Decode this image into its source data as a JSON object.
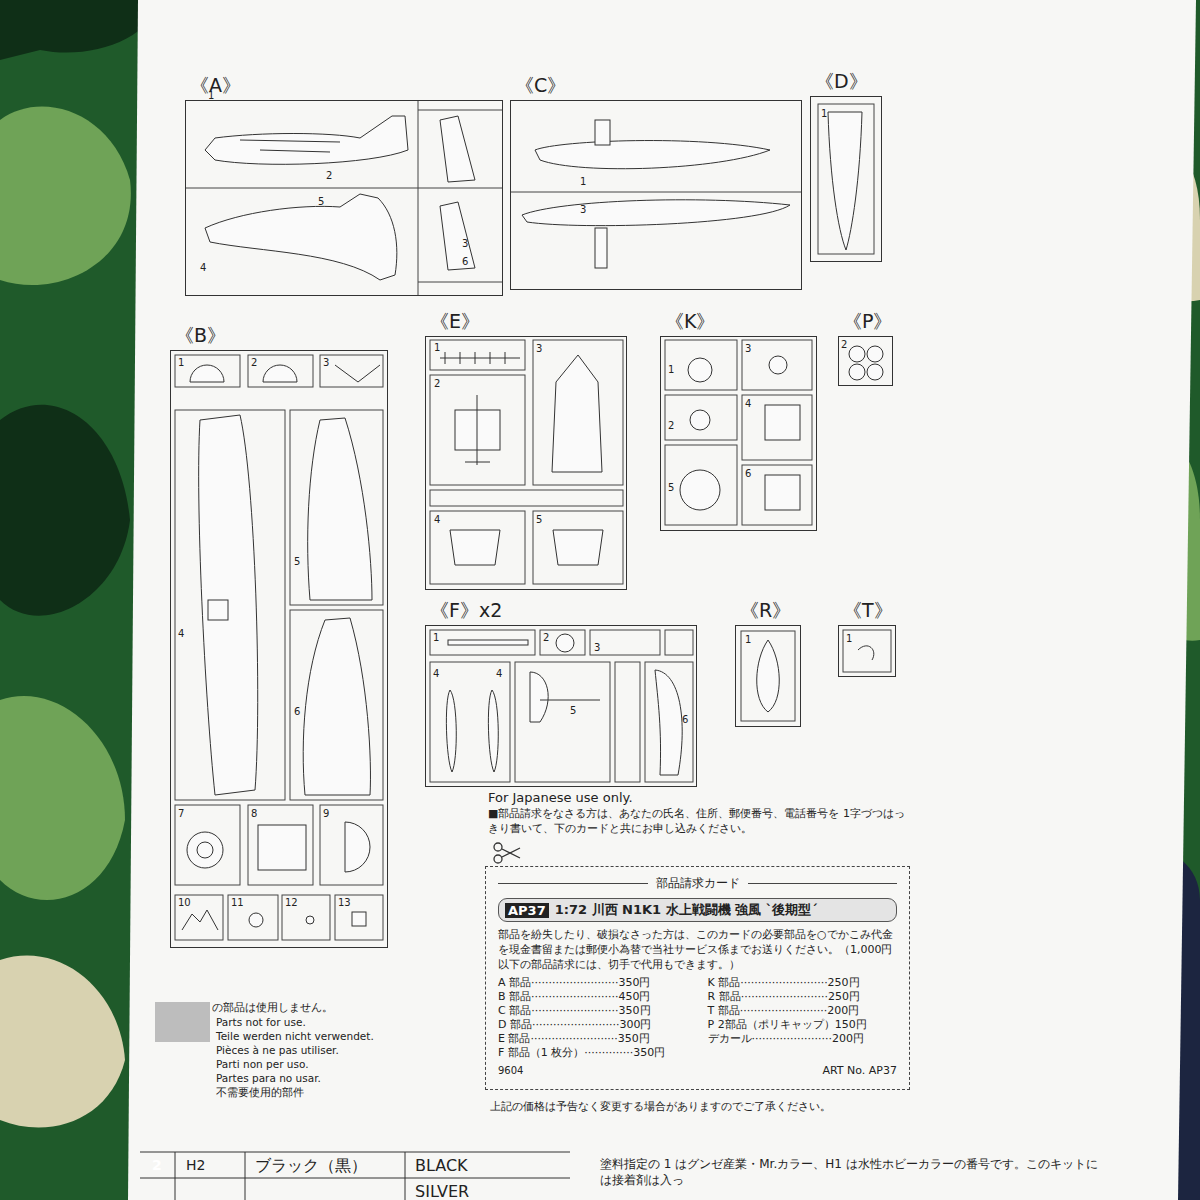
{
  "diagram": {
    "nodes": [
      {
        "text": [
          "《A》"
        ]
      },
      {
        "text": [
          "《C》"
        ]
      },
      {
        "text": [
          "《D》"
        ]
      },
      {
        "text": [
          "《B》"
        ]
      },
      {
        "text": [
          "《E》"
        ]
      },
      {
        "text": [
          "《K》"
        ]
      },
      {
        "text": [
          "《P》"
        ]
      },
      {
        "text": [
          "《F》x2"
        ]
      },
      {
        "text": [
          "《R》"
        ]
      },
      {
        "text": [
          "《T》"
        ]
      },
      {
        "text": [
          "部品請求カード",
          "AP37",
          "1:72 川西 N1K1 水上戦闘機 強風 `後期型´",
          "部品を紛失したり、破損なさった方は、このカードの必要部品を○でかこみ代金を現金書留または郵便小為替で当社サービス係までお送りください。（1,000円以下の部品請求には、切手で代用もできます。）",
          "A 部品·························350円",
          "B 部品·························450円",
          "C 部品·························350円",
          "D 部品·························300円",
          "E 部品·························350円",
          "F 部品（1 枚分）··············350円",
          "K 部品·························250円",
          "R 部品·························250円",
          "T 部品·························200円",
          "P 2部品（ポリキャップ）150円",
          "デカール·······················200円",
          "9604",
          "ART No. AP37"
        ]
      }
    ],
    "labels": [
      "1",
      "2",
      "3",
      "5",
      "4",
      "6",
      "1",
      "3",
      "1",
      "1",
      "2",
      "3",
      "4",
      "5",
      "6",
      "7",
      "8",
      "9",
      "10",
      "11",
      "12",
      "13",
      "1",
      "2",
      "3",
      "4",
      "5",
      "3",
      "1",
      "2",
      "4",
      "5",
      "6",
      "2",
      "1",
      "2",
      "3",
      "4",
      "4",
      "5",
      "6",
      "1",
      "1",
      "For Japanese use only.",
      "■部品請求をなさる方は、あなたの氏名、住所、郵便番号、電話番号を 1字づつはっきり書いて、下のカードと共にお申し込みください。",
      "Parts not for use.",
      "Teile werden nicht verwendet.",
      "Pièces à ne pas utiliser.",
      "Parti non per uso.",
      "Partes para no usar.",
      "不需要使用的部件",
      "上記の価格は予告なく変更する場合がありますのでご了承ください。",
      "2",
      "H2",
      "ブラック（黒）",
      "BLACK",
      "SILVER",
      "塗料指定の 1 はグンゼ産業・Mr.カラー、H1 は水性ホビーカラーの番号です。このキットには接着剤は入っ"
    ],
    "legend": [
      {
        "text": "の部品は使用しません。",
        "color": "#bdbdbd"
      }
    ]
  }
}
